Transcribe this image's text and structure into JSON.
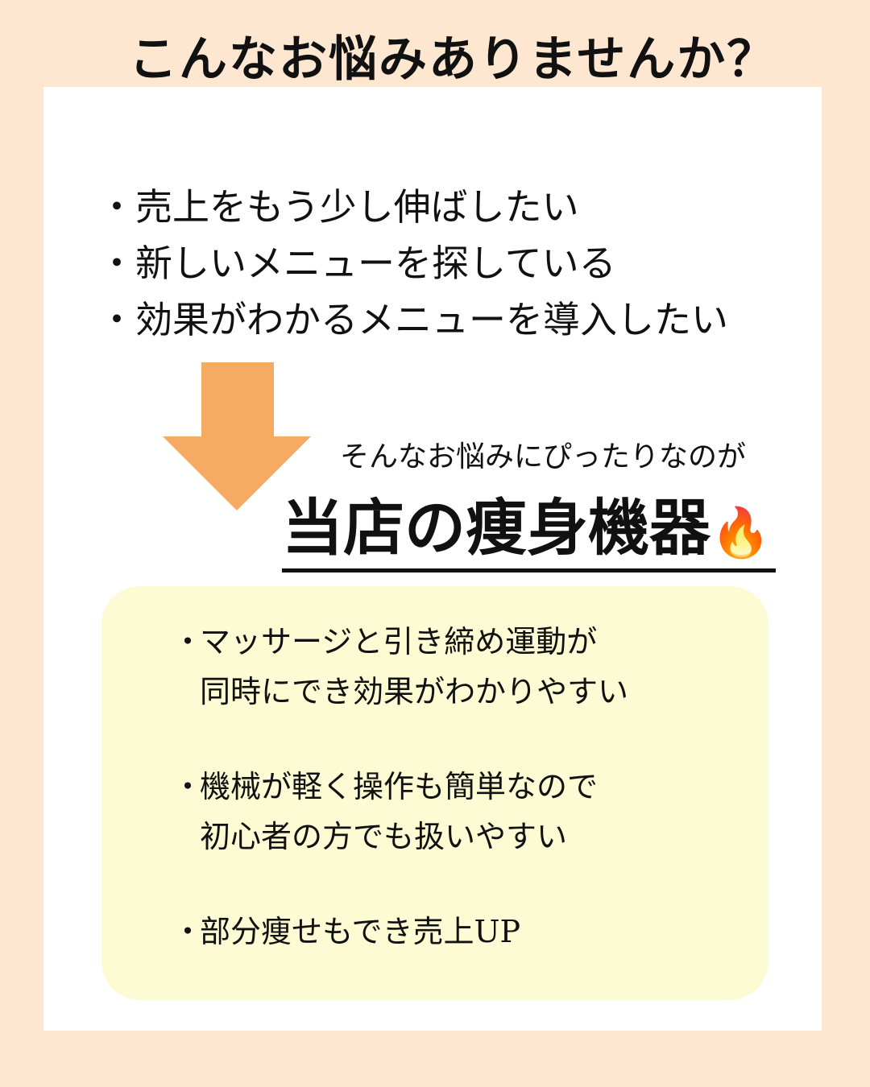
{
  "headline": "こんなお悩みありませんか？",
  "concerns": [
    "・売上をもう少し伸ばしたい",
    "・新しいメニューを探している",
    "・効果がわかるメニューを導入したい"
  ],
  "arrow": {
    "icon": "down-arrow-icon",
    "color": "#f5ab62"
  },
  "lead": "そんなお悩みにぴったりなのが",
  "product": {
    "title": "当店の痩身機器",
    "emoji": "🔥"
  },
  "benefits": [
    {
      "bullet": "・",
      "line1": "マッサージと引き締め運動が",
      "line2": "同時にでき効果がわかりやすい"
    },
    {
      "bullet": "・",
      "line1": "機械が軽く操作も簡単なので",
      "line2": "初心者の方でも扱いやすい"
    },
    {
      "bullet": "・",
      "line1": "部分痩せもでき売上UP",
      "line2": ""
    }
  ],
  "colors": {
    "background": "#fde7d1",
    "panel": "#ffffff",
    "benefits_box": "#fdfbd3",
    "text": "#111111"
  }
}
